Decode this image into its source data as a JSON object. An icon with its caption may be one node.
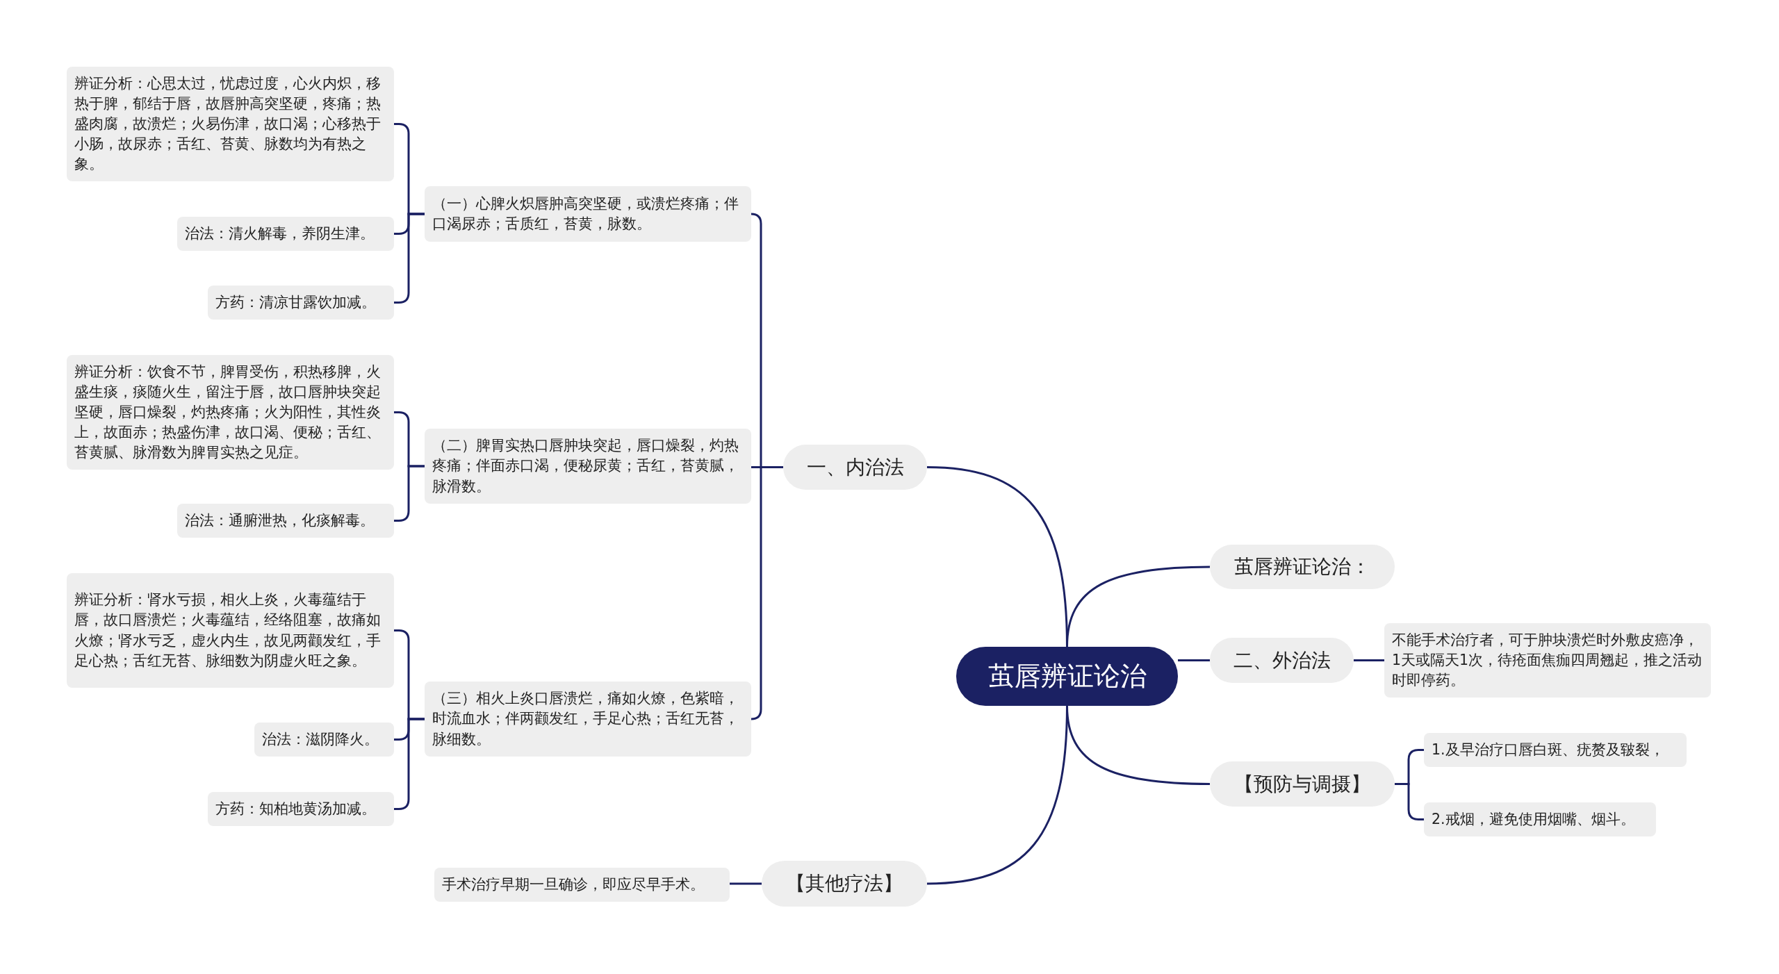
{
  "diagram": {
    "nodes": [
      {
        "text": [
          "茧唇辨证论治"
        ]
      },
      {
        "text": [
          "一、内治法"
        ]
      },
      {
        "text": [
          "（一）心脾火炽唇肿高突坚硬，或溃烂疼痛；伴口渴尿赤；舌质红，苔黄，脉数。"
        ]
      },
      {
        "text": [
          "辨证分析：心思太过，忧虑过度，心火内炽，移热于脾，郁结于唇，故唇肿高突坚硬，疼痛；热盛肉腐，故溃烂；火易伤津，故口渴；心移热于小肠，故尿赤；舌红、苔黄、脉数均为有热之象。"
        ]
      },
      {
        "text": [
          "治法：清火解毒，养阴生津。"
        ]
      },
      {
        "text": [
          "方药：清凉甘露饮加减。"
        ]
      },
      {
        "text": [
          "（二）脾胃实热口唇肿块突起，唇口燥裂，灼热疼痛；伴面赤口渴，便秘尿黄；舌红，苔黄腻，脉滑数。"
        ]
      },
      {
        "text": [
          "辨证分析：饮食不节，脾胃受伤，积热移脾，火盛生痰，痰随火生，留注于唇，故口唇肿块突起坚硬，唇口燥裂，灼热疼痛；火为阳性，其性炎上，故面赤；热盛伤津，故口渴、便秘；舌红、苔黄腻、脉滑数为脾胃实热之见症。"
        ]
      },
      {
        "text": [
          "治法：通腑泄热，化痰解毒。"
        ]
      },
      {
        "text": [
          "（三）相火上炎口唇溃烂，痛如火燎，色紫暗，时流血水；伴两颧发红，手足心热；舌红无苔，脉细数。"
        ]
      },
      {
        "text": [
          "辨证分析：肾水亏损，相火上炎，火毒蕴结于唇，故口唇溃烂；火毒蕴结，经络阻塞，故痛如火燎；肾水亏乏，虚火内生，故见两颧发红，手足心热；舌红无苔、脉细数为阴虚火旺之象。"
        ]
      },
      {
        "text": [
          "治法：滋阴降火。"
        ]
      },
      {
        "text": [
          "方药：知柏地黄汤加减。"
        ]
      },
      {
        "text": [
          "茧唇辨证论治："
        ]
      },
      {
        "text": [
          "二、外治法"
        ]
      },
      {
        "text": [
          "不能手术治疗者，可于肿块溃烂时外敷皮癌净，1天或隔天1次，待疮面焦痂四周翘起，推之活动时即停药。"
        ]
      },
      {
        "text": [
          "【预防与调摄】"
        ]
      },
      {
        "text": [
          "1.及早治疗口唇白斑、疣赘及皲裂，"
        ]
      },
      {
        "text": [
          "2.戒烟，避免使用烟嘴、烟斗。"
        ]
      },
      {
        "text": [
          "【其他疗法】"
        ]
      },
      {
        "text": [
          "手术治疗早期一旦确诊，即应尽早手术。"
        ]
      }
    ],
    "edges": [
      {
        "from": 0,
        "to": 1,
        "arrow": "none"
      },
      {
        "from": 1,
        "to": 2,
        "arrow": "none"
      },
      {
        "from": 2,
        "to": 3,
        "arrow": "none"
      },
      {
        "from": 2,
        "to": 4,
        "arrow": "none"
      },
      {
        "from": 2,
        "to": 5,
        "arrow": "none"
      },
      {
        "from": 1,
        "to": 6,
        "arrow": "none"
      },
      {
        "from": 6,
        "to": 7,
        "arrow": "none"
      },
      {
        "from": 6,
        "to": 8,
        "arrow": "none"
      },
      {
        "from": 1,
        "to": 9,
        "arrow": "none"
      },
      {
        "from": 9,
        "to": 10,
        "arrow": "none"
      },
      {
        "from": 9,
        "to": 11,
        "arrow": "none"
      },
      {
        "from": 9,
        "to": 12,
        "arrow": "none"
      },
      {
        "from": 0,
        "to": 13,
        "arrow": "none"
      },
      {
        "from": 0,
        "to": 14,
        "arrow": "none"
      },
      {
        "from": 14,
        "to": 15,
        "arrow": "none"
      },
      {
        "from": 0,
        "to": 16,
        "arrow": "none"
      },
      {
        "from": 16,
        "to": 17,
        "arrow": "none"
      },
      {
        "from": 16,
        "to": 18,
        "arrow": "none"
      },
      {
        "from": 0,
        "to": 19,
        "arrow": "none"
      },
      {
        "from": 19,
        "to": 20,
        "arrow": "none"
      }
    ]
  }
}
